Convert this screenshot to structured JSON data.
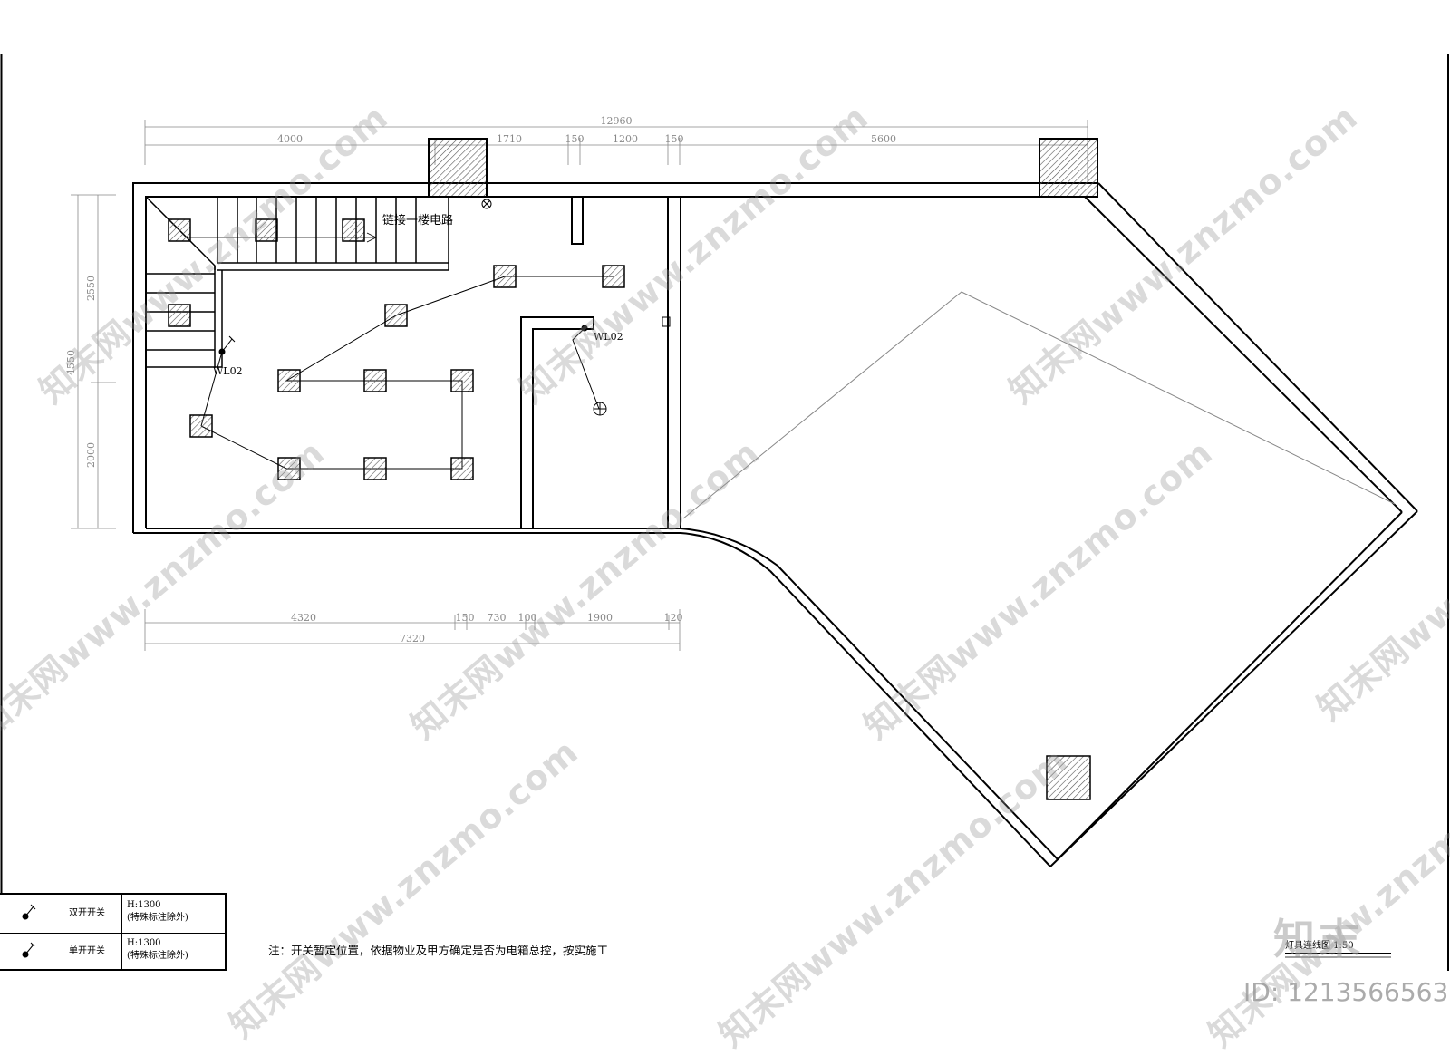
{
  "drawing": {
    "dimensions_top": {
      "overall": "12960",
      "segments": [
        "4000",
        "1710",
        "150",
        "1200",
        "150",
        "5600"
      ]
    },
    "dimensions_left": {
      "overall": "4550",
      "segments": [
        "2550",
        "2000"
      ]
    },
    "dimensions_bottom": {
      "overall": "7320",
      "segments": [
        "4320",
        "150",
        "730",
        "100",
        "1900",
        "120"
      ]
    },
    "stair_label": "链接一楼电路",
    "switch_labels": [
      "WL02",
      "WL02"
    ]
  },
  "legend": {
    "rows": [
      {
        "name": "双开开关",
        "height": "H:1300",
        "remark": "(特殊标注除外)"
      },
      {
        "name": "单开开关",
        "height": "H:1300",
        "remark": "(特殊标注除外)"
      }
    ]
  },
  "note": "注：开关暂定位置，依据物业及甲方确定是否为电箱总控，按实施工",
  "drawing_title": "灯具连线图 1:50",
  "watermark": {
    "text": "知末网www.znzmo.com",
    "logo": "知末",
    "id": "ID: 1213566563"
  }
}
